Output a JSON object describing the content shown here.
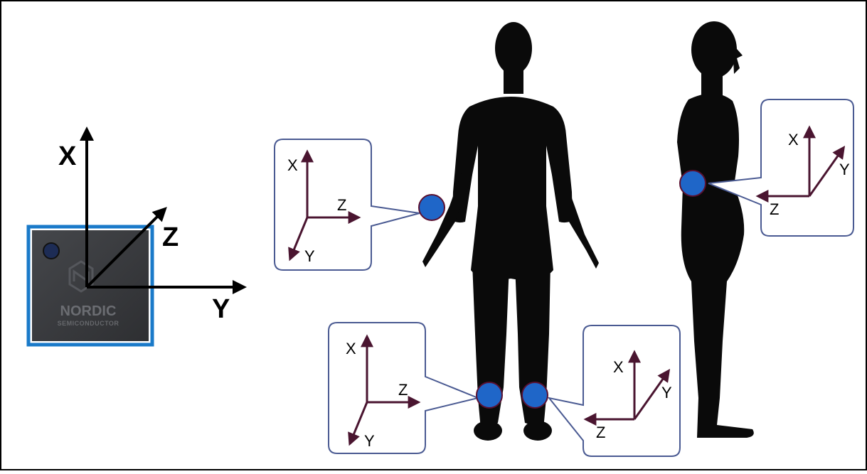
{
  "sensor": {
    "brand": "NORDIC",
    "sub": "SEMICONDUCTOR",
    "axis_x": "X",
    "axis_y": "Y",
    "axis_z": "Z"
  },
  "callouts": {
    "wrist": {
      "x": "X",
      "y": "Y",
      "z": "Z"
    },
    "waist": {
      "x": "X",
      "y": "Y",
      "z": "Z"
    },
    "left_ankle": {
      "x": "X",
      "y": "Y",
      "z": "Z"
    },
    "right_ankle": {
      "x": "X",
      "y": "Y",
      "z": "Z"
    }
  },
  "colors": {
    "frame": "#000000",
    "sensor_border": "#1a7ac9",
    "sensor_body": "#3b3c3f",
    "marker": "#1f66c8",
    "marker_edge": "#5a1030",
    "callout_border": "#4a5a92",
    "axis_arrow": "#4a1530",
    "silhouette": "#0a0a0a"
  }
}
